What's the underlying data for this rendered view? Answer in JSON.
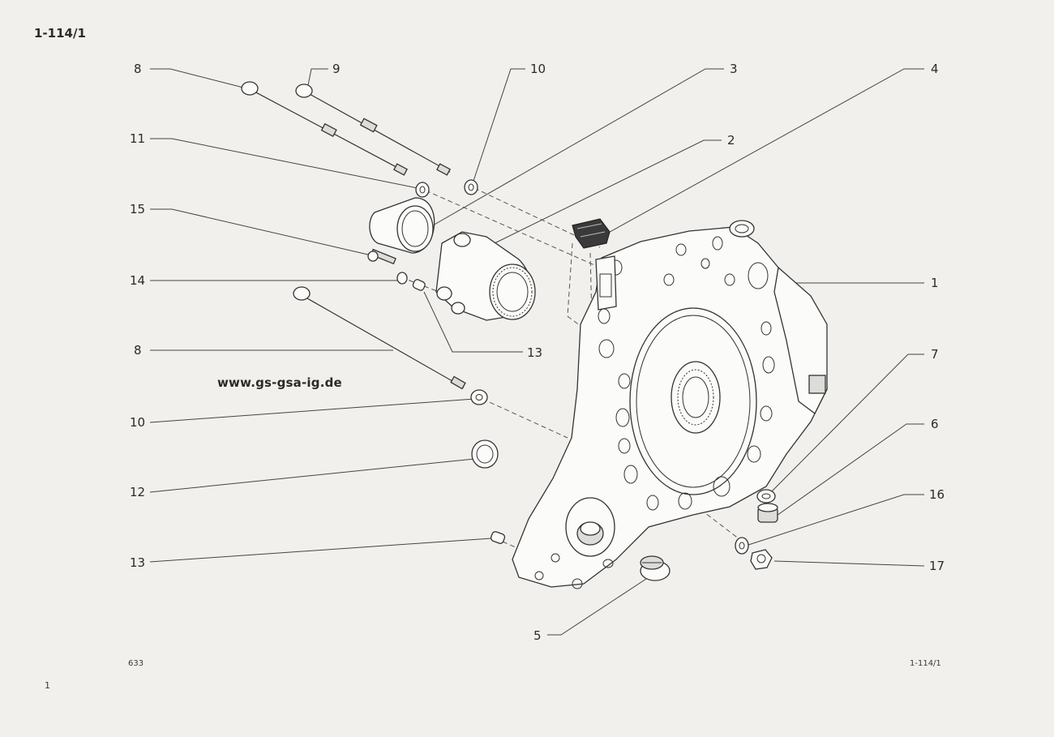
{
  "page": {
    "header_code": "1-114/1",
    "watermark_url": "www.gs-gsa-ig.de",
    "footer_left_code": "633",
    "footer_right_code": "1-114/1",
    "page_number": "1"
  },
  "callouts": [
    {
      "key": "c8a",
      "label": "8"
    },
    {
      "key": "c9",
      "label": "9"
    },
    {
      "key": "c10a",
      "label": "10"
    },
    {
      "key": "c3",
      "label": "3"
    },
    {
      "key": "c4",
      "label": "4"
    },
    {
      "key": "c11",
      "label": "11"
    },
    {
      "key": "c2",
      "label": "2"
    },
    {
      "key": "c15",
      "label": "15"
    },
    {
      "key": "c14",
      "label": "14"
    },
    {
      "key": "c1",
      "label": "1"
    },
    {
      "key": "c13a",
      "label": "13"
    },
    {
      "key": "c8b",
      "label": "8"
    },
    {
      "key": "c7",
      "label": "7"
    },
    {
      "key": "c10b",
      "label": "10"
    },
    {
      "key": "c6",
      "label": "6"
    },
    {
      "key": "c12",
      "label": "12"
    },
    {
      "key": "c16",
      "label": "16"
    },
    {
      "key": "c13b",
      "label": "13"
    },
    {
      "key": "c17",
      "label": "17"
    },
    {
      "key": "c5",
      "label": "5"
    }
  ]
}
